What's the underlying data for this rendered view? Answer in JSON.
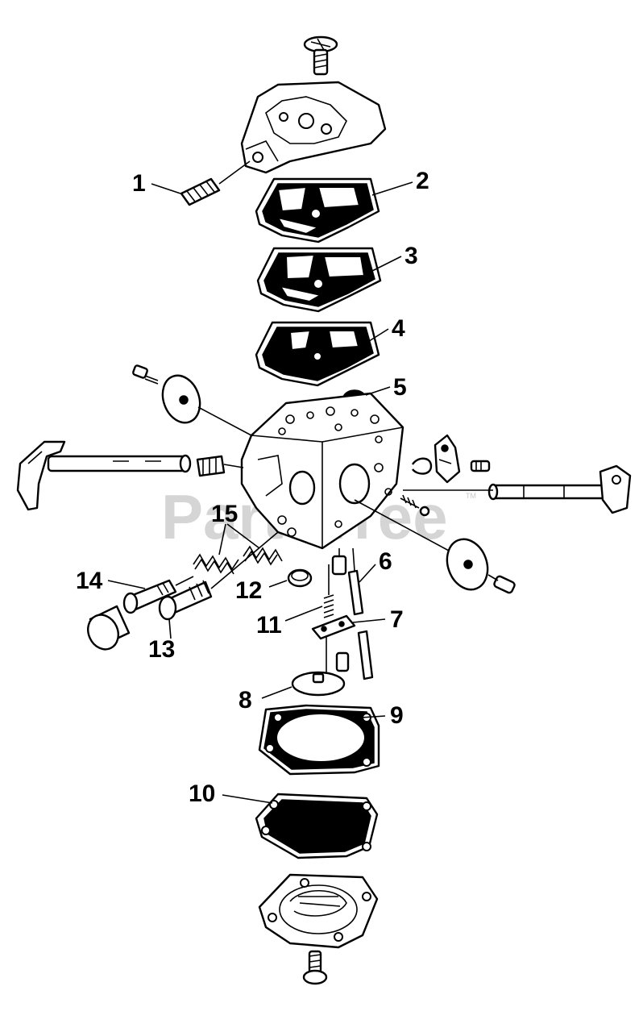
{
  "watermark": {
    "text": "PartsTree",
    "tm": "TM"
  },
  "callouts": [
    {
      "id": "1",
      "label": "1"
    },
    {
      "id": "2",
      "label": "2"
    },
    {
      "id": "3",
      "label": "3"
    },
    {
      "id": "4",
      "label": "4"
    },
    {
      "id": "5",
      "label": "5"
    },
    {
      "id": "6",
      "label": "6"
    },
    {
      "id": "7",
      "label": "7"
    },
    {
      "id": "8",
      "label": "8"
    },
    {
      "id": "9",
      "label": "9"
    },
    {
      "id": "10",
      "label": "10"
    },
    {
      "id": "11",
      "label": "11"
    },
    {
      "id": "12",
      "label": "12"
    },
    {
      "id": "13",
      "label": "13"
    },
    {
      "id": "14",
      "label": "14"
    },
    {
      "id": "15",
      "label": "15"
    }
  ]
}
